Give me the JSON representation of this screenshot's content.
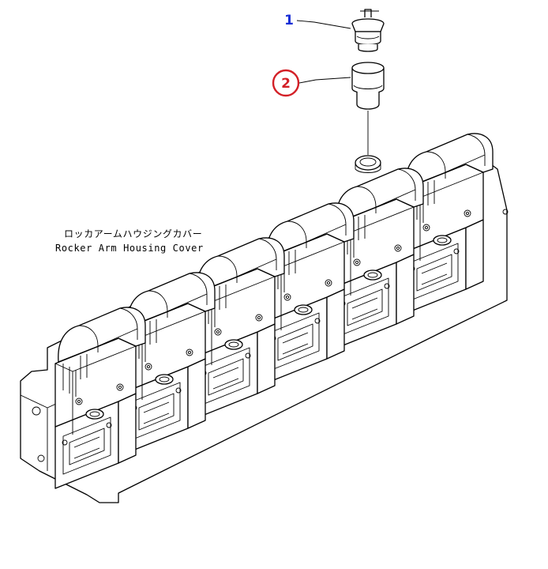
{
  "callouts": [
    {
      "number": "1",
      "color": "#1a2fd6",
      "circled": false
    },
    {
      "number": "2",
      "color": "#d31f26",
      "circled": true
    }
  ],
  "label": {
    "japanese": "ロッカアームハウジングカバー",
    "english": "Rocker Arm Housing Cover"
  },
  "parts": [
    "breather-cap",
    "breather-element",
    "rocker-arm-housing-covers",
    "cylinder-head-assembly"
  ]
}
